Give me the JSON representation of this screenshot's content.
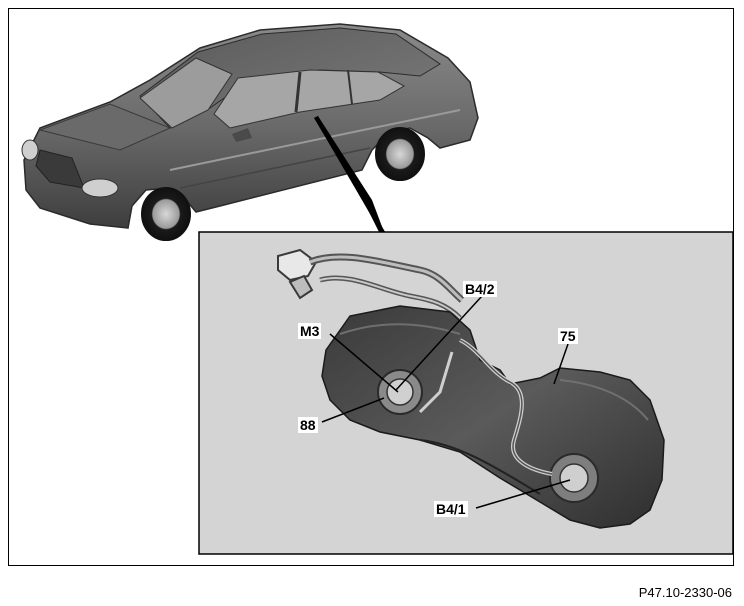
{
  "figure": {
    "code": "P47.10-2330-06",
    "callouts": {
      "b4_2": "B4/2",
      "m3": "M3",
      "c75": "75",
      "c88": "88",
      "b4_1": "B4/1"
    }
  },
  "colors": {
    "car_body": "#6f6f6f",
    "car_dark": "#3c3c3c",
    "detail_bg": "#d4d4d4",
    "tank": "#4a4a4a",
    "pointer": "#000000"
  }
}
